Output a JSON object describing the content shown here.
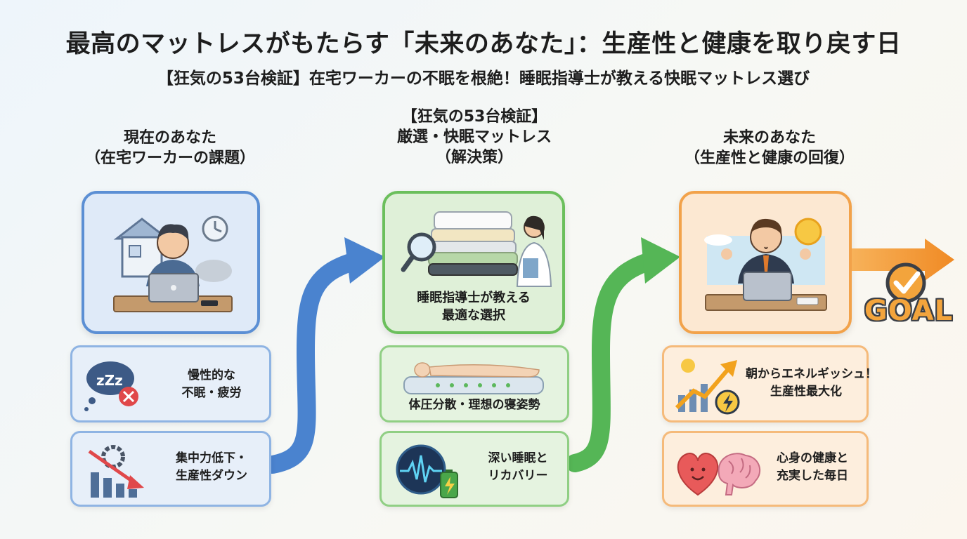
{
  "header": {
    "title": "最高のマットレスがもたらす「未来のあなた」：生産性と健康を取り戻す日",
    "subtitle": "【狂気の53台検証】在宅ワーカーの不眠を根絶！睡眠指導士が教える快眠マットレス選び"
  },
  "columns": [
    {
      "title_lines": [
        "現在のあなた",
        "（在宅ワーカーの課題）"
      ],
      "items": [
        {
          "lines": [
            "慢性的な",
            "不眠・疲労"
          ],
          "icon": "sleepless-zzz-icon"
        },
        {
          "lines": [
            "集中力低下・",
            "生産性ダウン"
          ],
          "icon": "declining-chart-gear-icon"
        }
      ]
    },
    {
      "title_lines": [
        "【狂気の53台検証】",
        "厳選・快眠マットレス",
        "（解決策）"
      ],
      "card_lines": [
        "睡眠指導士が教える",
        "最適な選択"
      ],
      "items": [
        {
          "lines": [
            "体圧分散・理想の寝姿勢"
          ],
          "icon": "body-on-mattress-icon"
        },
        {
          "lines": [
            "深い睡眠と",
            "リカバリー"
          ],
          "icon": "sleep-wave-battery-icon"
        }
      ]
    },
    {
      "title_lines": [
        "未来のあなた",
        "（生産性と健康の回復）"
      ],
      "items": [
        {
          "lines": [
            "朝からエネルギッシュ！",
            "生産性最大化"
          ],
          "icon": "rising-chart-energy-icon"
        },
        {
          "lines": [
            "心身の健康と",
            "充実した毎日"
          ],
          "icon": "heart-brain-icon"
        }
      ]
    }
  ],
  "goal": {
    "label": "GOAL"
  },
  "colors": {
    "blue": "#5b8fd4",
    "green": "#6bbf5c",
    "orange": "#f2a24a"
  }
}
